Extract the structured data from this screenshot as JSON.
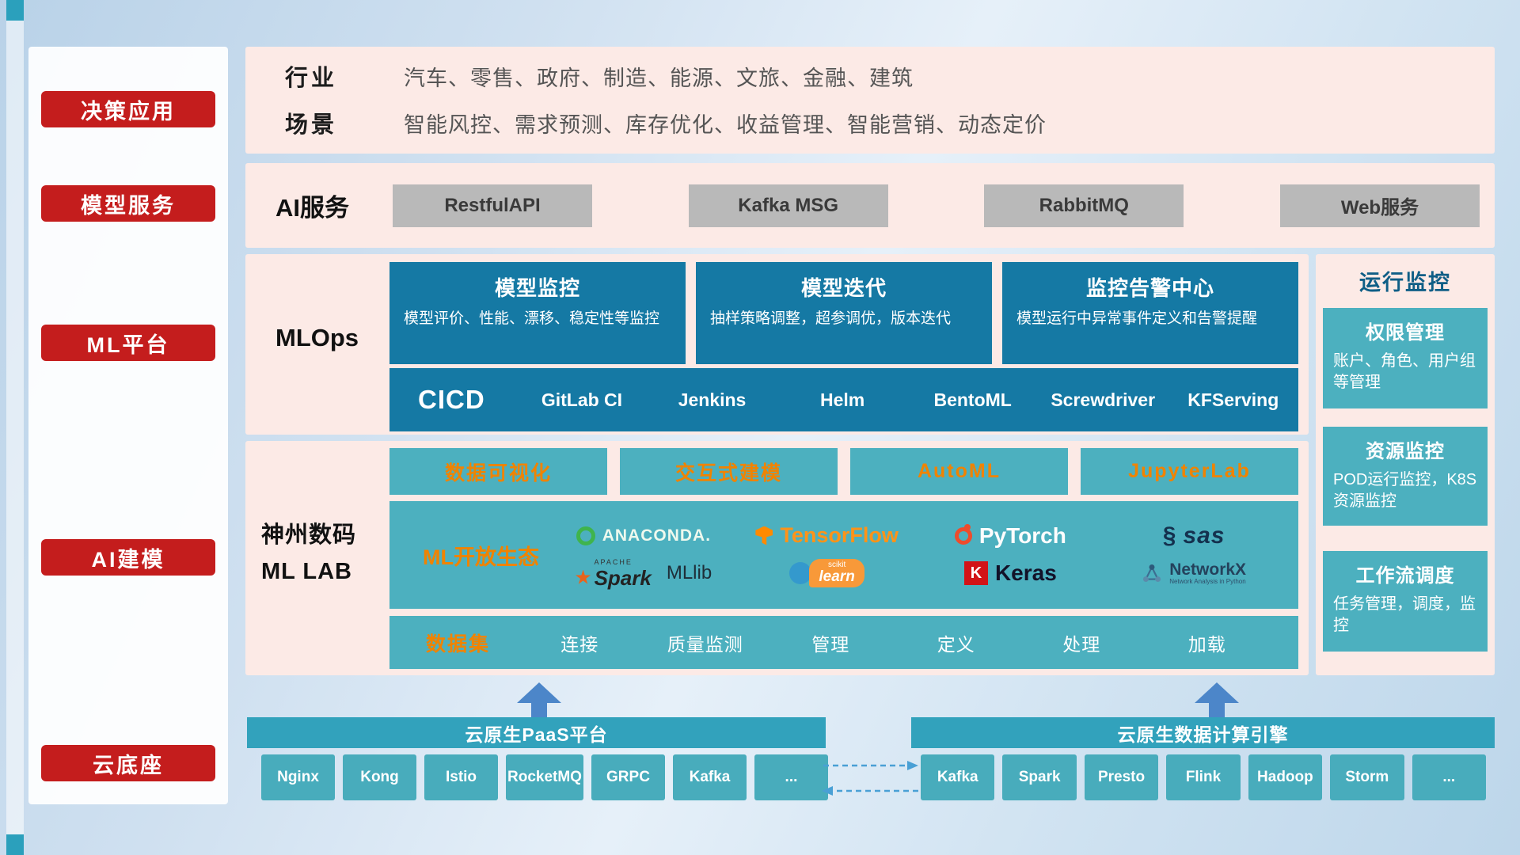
{
  "colors": {
    "accent_red": "#c41d1d",
    "teal_dark": "#1579a4",
    "teal_light": "#4cb0bf",
    "header_teal": "#32a2bc",
    "orange": "#f08300",
    "pink_panel": "#fceae6",
    "arrow_blue": "#4c86c9"
  },
  "sidebar": {
    "items": [
      {
        "label": "决策应用"
      },
      {
        "label": "模型服务"
      },
      {
        "label": "ML平台"
      },
      {
        "label": "AI建模"
      },
      {
        "label": "云底座"
      }
    ]
  },
  "industry": {
    "rows": [
      {
        "label": "行业",
        "value": "汽车、零售、政府、制造、能源、文旅、金融、建筑"
      },
      {
        "label": "场景",
        "value": "智能风控、需求预测、库存优化、收益管理、智能营销、动态定价"
      }
    ]
  },
  "services": {
    "label": "AI服务",
    "items": [
      "RestfulAPI",
      "Kafka MSG",
      "RabbitMQ",
      "Web服务"
    ]
  },
  "mlops": {
    "label": "MLOps",
    "cards": [
      {
        "title": "模型监控",
        "desc": "模型评价、性能、漂移、稳定性等监控"
      },
      {
        "title": "模型迭代",
        "desc": "抽样策略调整，超参调优，版本迭代"
      },
      {
        "title": "监控告警中心",
        "desc": "模型运行中异常事件定义和告警提醒"
      }
    ],
    "cicd_label": "CICD",
    "cicd_items": [
      "GitLab CI",
      "Jenkins",
      "Helm",
      "BentoML",
      "Screwdriver",
      "KFServing"
    ]
  },
  "mllab": {
    "label_line1": "神州数码",
    "label_line2": "ML LAB",
    "tools": [
      "数据可视化",
      "交互式建模",
      "AutoML",
      "JupyterLab"
    ],
    "ecosystem_label": "ML开放生态",
    "logos": {
      "anaconda": "ANACONDA.",
      "tensorflow": "TensorFlow",
      "pytorch": "PyTorch",
      "sas": "sas",
      "spark_prefix": "APACHE",
      "spark": "Spark",
      "mllib": "MLlib",
      "sklearn_top": "scikit",
      "sklearn": "learn",
      "keras_k": "K",
      "keras": "Keras",
      "networkx": "NetworkX",
      "networkx_sub": "Network Analysis in Python"
    },
    "dataset_label": "数据集",
    "dataset_items": [
      "连接",
      "质量监测",
      "管理",
      "定义",
      "处理",
      "加载"
    ]
  },
  "monitoring": {
    "title": "运行监控",
    "cards": [
      {
        "title": "权限管理",
        "desc": "账户、角色、用户组等管理"
      },
      {
        "title": "资源监控",
        "desc": "POD运行监控，K8S资源监控"
      },
      {
        "title": "工作流调度",
        "desc": "任务管理，调度，监控"
      }
    ]
  },
  "foundation": {
    "paas_title": "云原生PaaS平台",
    "paas_items": [
      "Nginx",
      "Kong",
      "Istio",
      "RocketMQ",
      "GRPC",
      "Kafka",
      "..."
    ],
    "engine_title": "云原生数据计算引擎",
    "engine_items": [
      "Kafka",
      "Spark",
      "Presto",
      "Flink",
      "Hadoop",
      "Storm",
      "..."
    ]
  }
}
